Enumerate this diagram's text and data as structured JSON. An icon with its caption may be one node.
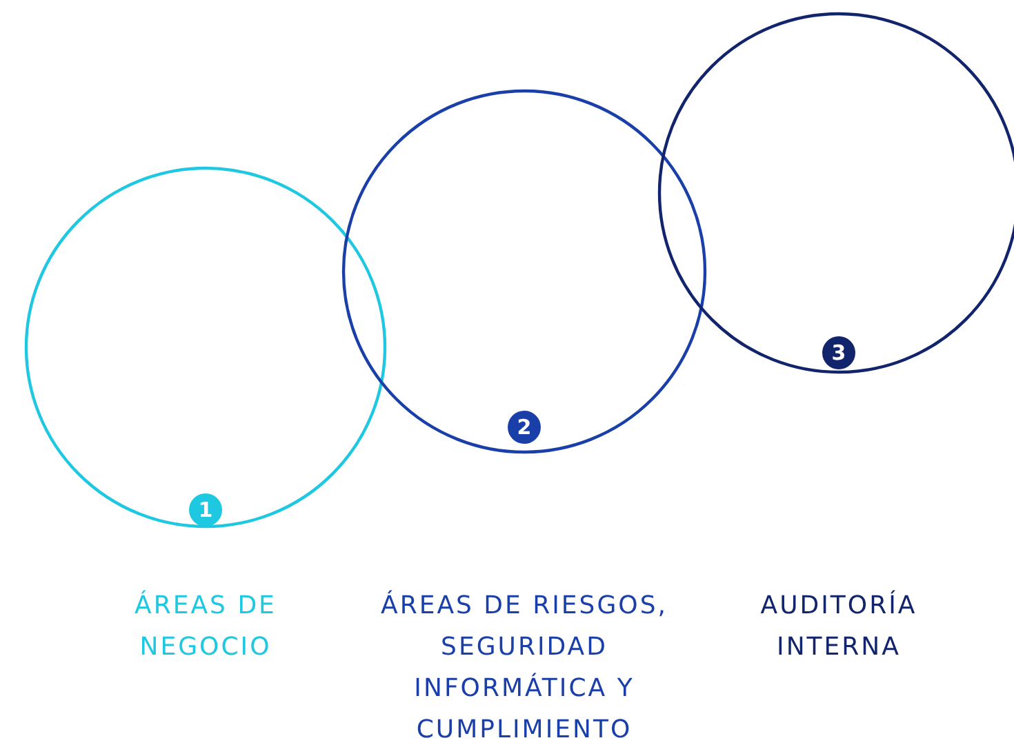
{
  "diagram": {
    "nodes": [
      {
        "text": [],
        "shape": "circle"
      },
      {
        "text": [],
        "shape": "circle"
      },
      {
        "text": [],
        "shape": "circle"
      },
      {
        "text": [
          "1"
        ],
        "in": 0
      },
      {
        "text": [
          "2"
        ],
        "in": 1
      },
      {
        "text": [
          "3"
        ],
        "in": 2
      }
    ],
    "labels": [
      "ÁREAS DE NEGOCIO",
      "ÁREAS DE RIESGOS, SEGURIDAD INFORMÁTICA Y CUMPLIMIENTO",
      "AUDITORÍA INTERNA"
    ]
  }
}
